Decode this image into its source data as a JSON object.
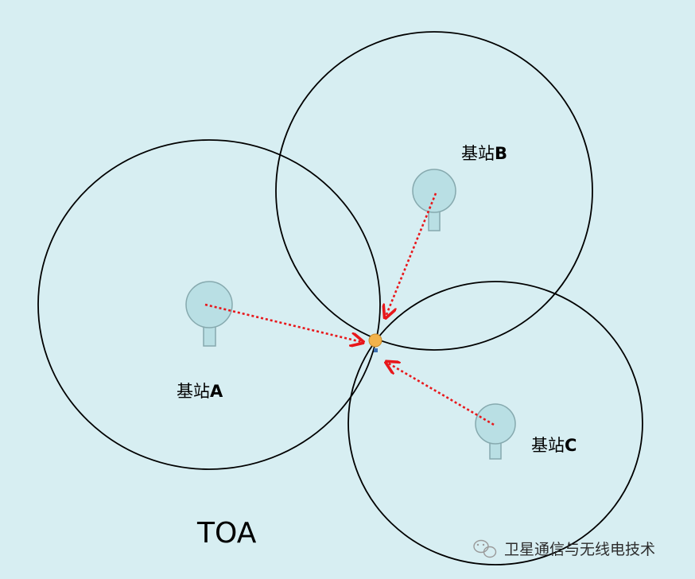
{
  "diagram": {
    "title": "TOA",
    "stations": [
      {
        "id": "A",
        "prefix": "基站",
        "letter": "A"
      },
      {
        "id": "B",
        "prefix": "基站",
        "letter": "B"
      },
      {
        "id": "C",
        "prefix": "基站",
        "letter": "C"
      }
    ],
    "watermark": "卫星通信与无线电技术"
  },
  "colors": {
    "background": "#d7eef2",
    "circle_stroke": "#000000",
    "tower_fill": "#b9dfe4",
    "tower_stroke": "#86a9ae",
    "arrow": "#e8171b",
    "target": "#f2b24a"
  },
  "icons": {
    "station": "antenna-tower-icon",
    "target": "mobile-device-icon",
    "watermark": "wechat-icon"
  }
}
